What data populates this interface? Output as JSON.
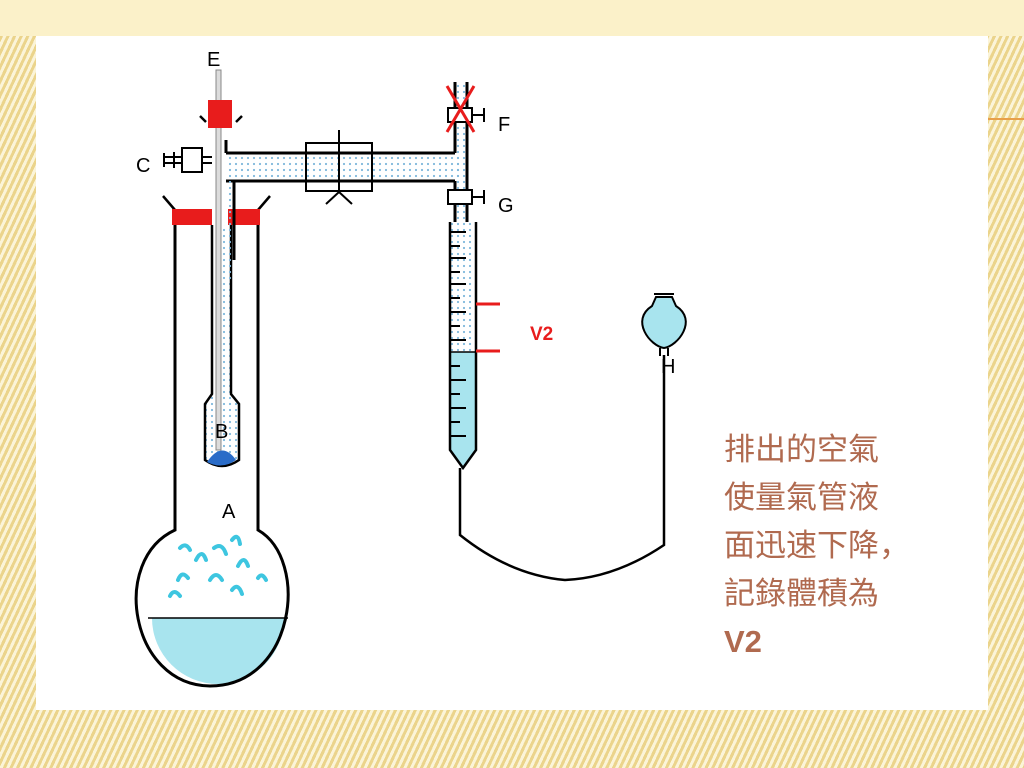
{
  "diagram": {
    "labels": {
      "E": "E",
      "C": "C",
      "F": "F",
      "G": "G",
      "B": "B",
      "A": "A",
      "H": "H",
      "V2": "V2"
    },
    "colors": {
      "water": "#a8e4ee",
      "stopper": "#e81c1c",
      "marker": "#e81c1c",
      "bubbles": "#4aa8d8",
      "reagent": "#2a6cc8",
      "caption": "#b06a4f"
    },
    "valve_F_state": "closed-crossed"
  },
  "caption": {
    "line1": "排出的空氣",
    "line2": "使量氣管液",
    "line3": "面迅速下降，",
    "line4": "記錄體積為",
    "line5": "V2"
  }
}
